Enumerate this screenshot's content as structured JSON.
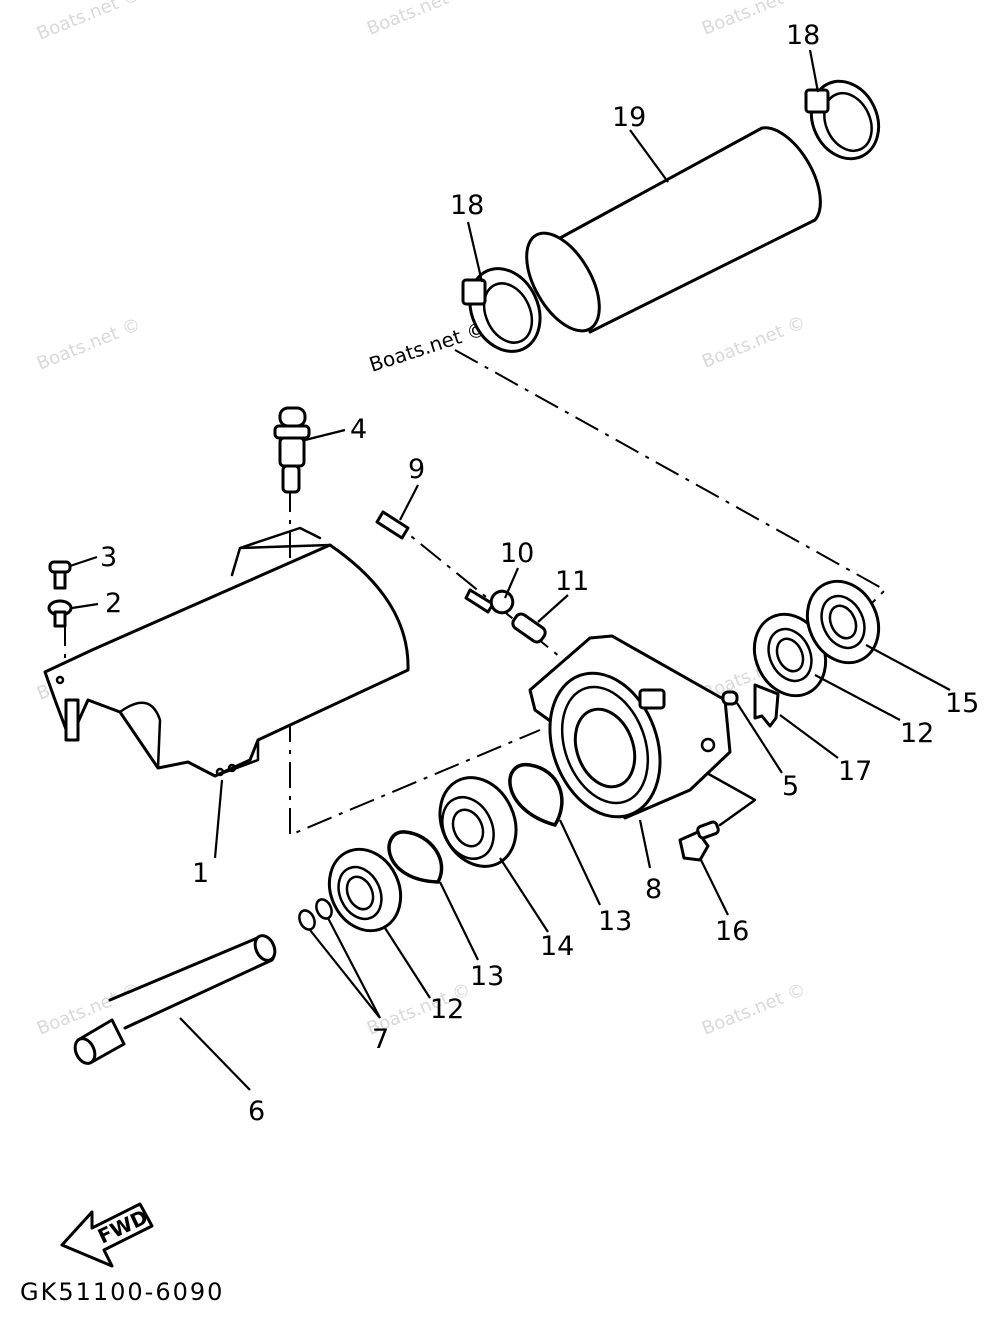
{
  "watermark_text": "Boats.net ©",
  "diagram_code": "GK51100-6090",
  "fwd_label": "FWD",
  "callouts": {
    "p1": "1",
    "p2": "2",
    "p3": "3",
    "p4": "4",
    "p5": "5",
    "p6": "6",
    "p7": "7",
    "p8": "8",
    "p9": "9",
    "p10": "10",
    "p11": "11",
    "p12a": "12",
    "p12b": "12",
    "p13a": "13",
    "p13b": "13",
    "p14": "14",
    "p15": "15",
    "p16": "16",
    "p17": "17",
    "p18a": "18",
    "p18b": "18",
    "p19": "19"
  }
}
